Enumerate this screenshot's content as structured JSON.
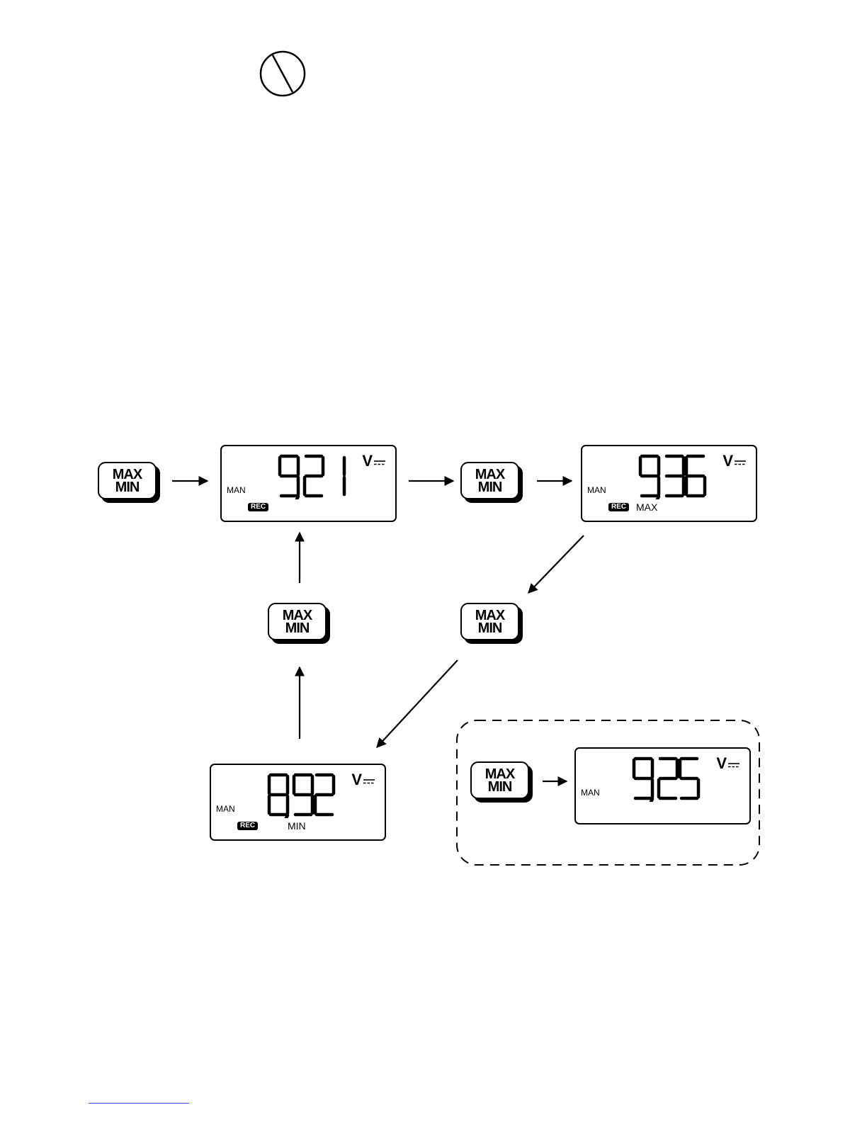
{
  "colors": {
    "ink": "#000000",
    "paper": "#ffffff",
    "footer_rule": "#3a4fd8"
  },
  "icons": {
    "top": "no-entry-icon"
  },
  "button": {
    "line1": "MAX",
    "line2": "MIN"
  },
  "displays": [
    {
      "id": "d1",
      "mode": "MAN",
      "value": "9,21",
      "unit": "V",
      "rec": "REC",
      "submode": ""
    },
    {
      "id": "d2",
      "mode": "MAN",
      "value": "9,36",
      "unit": "V",
      "rec": "REC",
      "submode": "MAX"
    },
    {
      "id": "d3",
      "mode": "MAN",
      "value": "8,92",
      "unit": "V",
      "rec": "REC",
      "submode": "MIN"
    },
    {
      "id": "d4",
      "mode": "MAN",
      "value": "9,25",
      "unit": "V",
      "rec": "",
      "submode": ""
    }
  ]
}
